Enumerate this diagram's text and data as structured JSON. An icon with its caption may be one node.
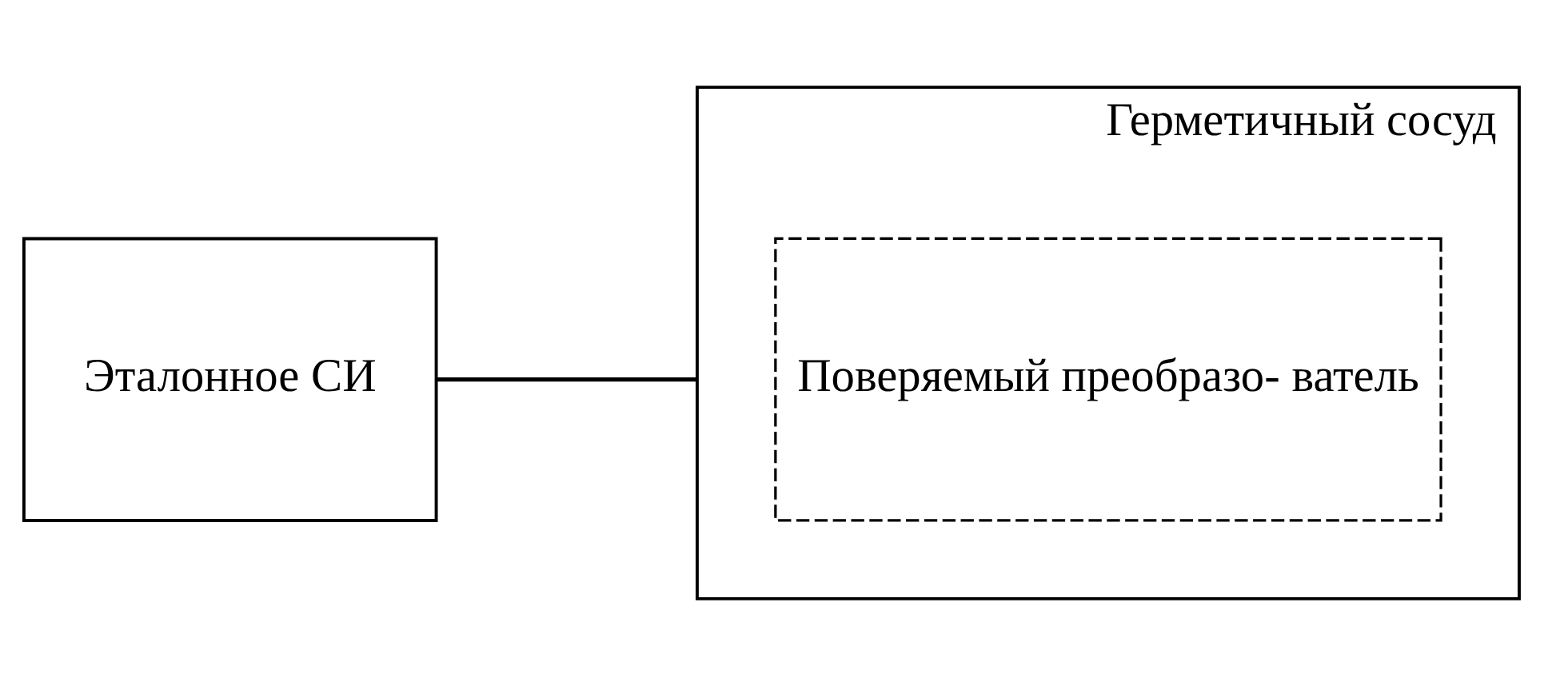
{
  "diagram": {
    "nodes": [
      {
        "text": [
          "Эталонное СИ"
        ]
      },
      {
        "text": [
          "Герметичный сосуд"
        ]
      },
      {
        "text": [
          "Поверяемый преобразо- ватель"
        ],
        "in": 1
      }
    ],
    "edges": [
      {
        "from": 0,
        "to": 1,
        "arrow": "none"
      }
    ]
  }
}
